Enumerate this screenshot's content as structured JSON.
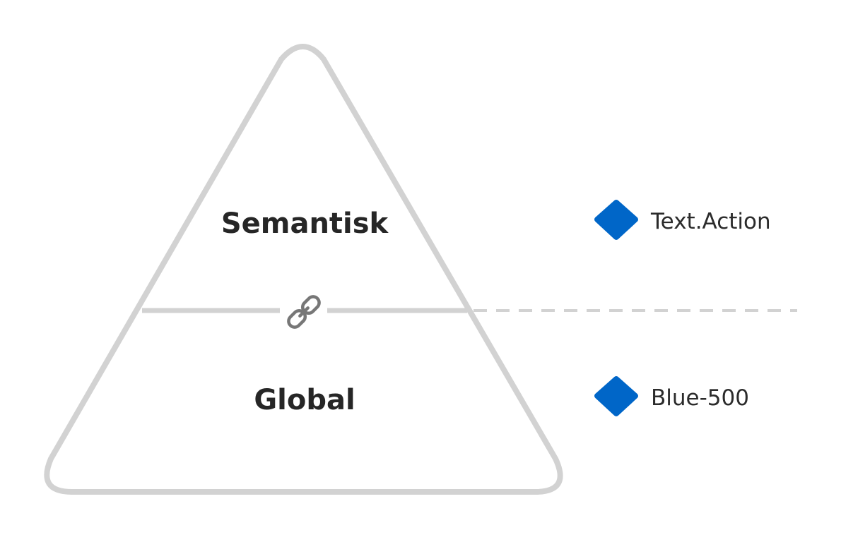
{
  "diagram": {
    "layers": [
      {
        "label": "Semantisk",
        "token": "Text.Action"
      },
      {
        "label": "Global",
        "token": "Blue-500"
      }
    ],
    "link_icon": "link-icon",
    "token_icon": "diamond-icon",
    "colors": {
      "outline": "#d2d2d2",
      "token_diamond": "#0066c8",
      "link_icon": "#777777",
      "text": "#262626"
    }
  }
}
